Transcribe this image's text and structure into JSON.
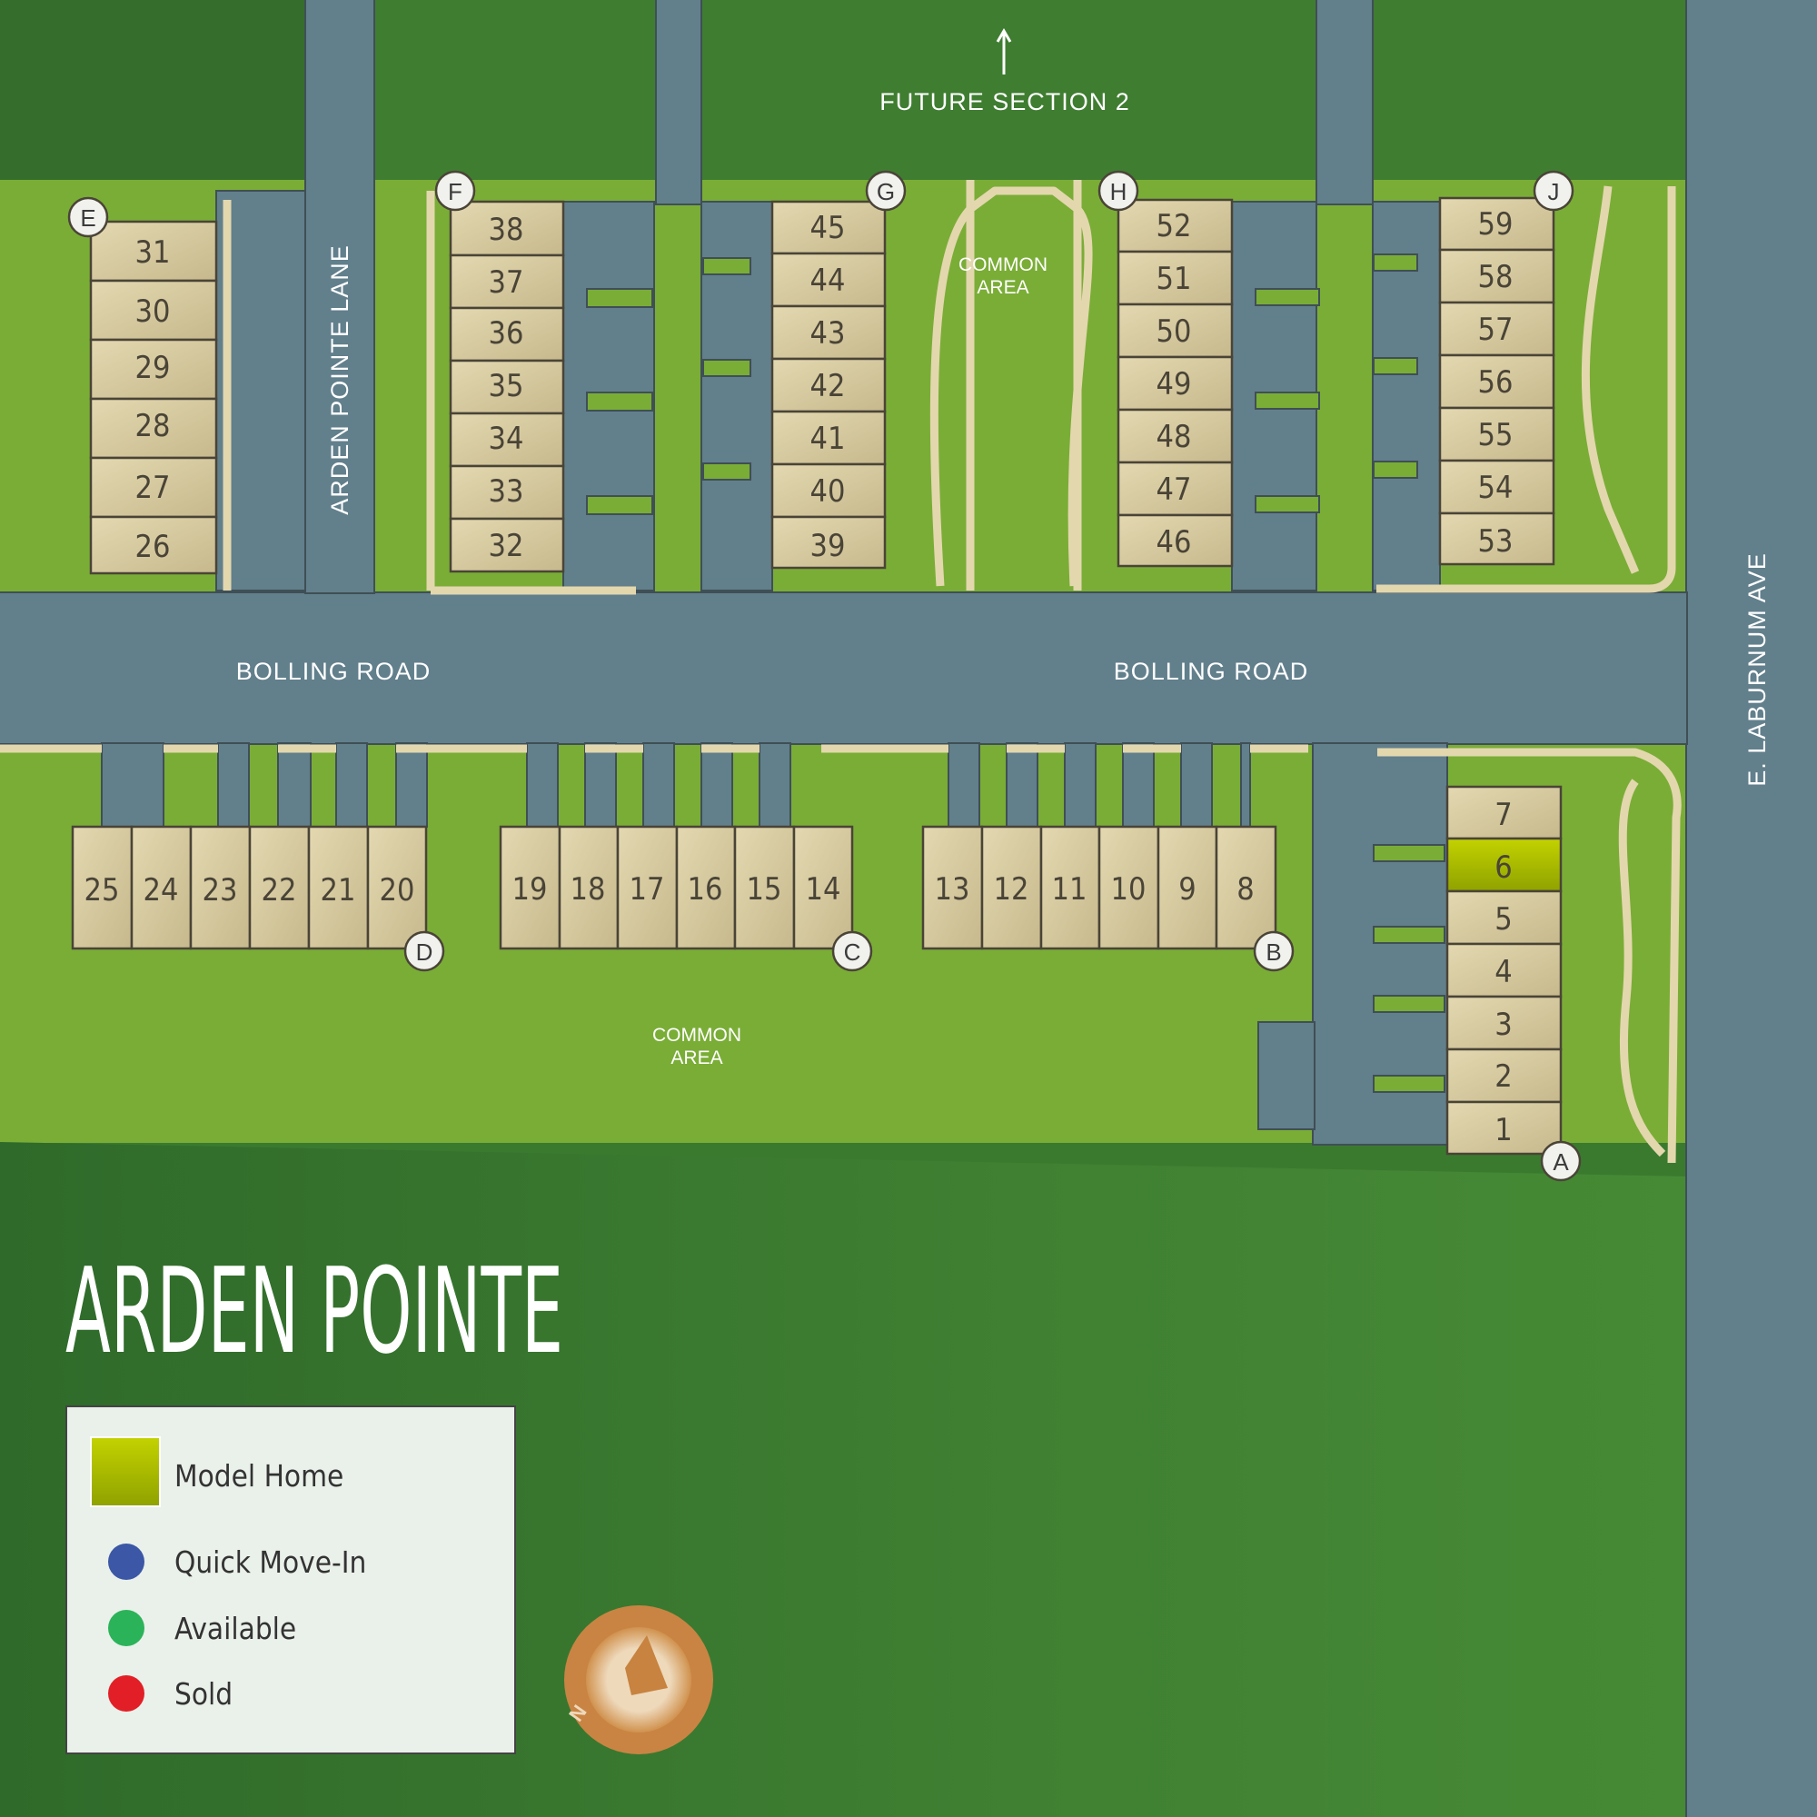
{
  "title": "ARDEN POINTE",
  "roads": {
    "bolling_road_1": "BOLLING ROAD",
    "bolling_road_2": "BOLLING ROAD",
    "arden_pointe_lane": "ARDEN POINTE LANE",
    "laburnum_ave": "E. LABURNUM AVE"
  },
  "areas": {
    "future_section": "FUTURE SECTION 2",
    "common_area_north": [
      "COMMON",
      "AREA"
    ],
    "common_area_south": [
      "COMMON",
      "AREA"
    ]
  },
  "building_markers": [
    "A",
    "B",
    "C",
    "D",
    "E",
    "F",
    "G",
    "H",
    "J"
  ],
  "lots": [
    "1",
    "2",
    "3",
    "4",
    "5",
    "6",
    "7",
    "8",
    "9",
    "10",
    "11",
    "12",
    "13",
    "14",
    "15",
    "16",
    "17",
    "18",
    "19",
    "20",
    "21",
    "22",
    "23",
    "24",
    "25",
    "26",
    "27",
    "28",
    "29",
    "30",
    "31",
    "32",
    "33",
    "34",
    "35",
    "36",
    "37",
    "38",
    "39",
    "40",
    "41",
    "42",
    "43",
    "44",
    "45",
    "46",
    "47",
    "48",
    "49",
    "50",
    "51",
    "52",
    "53",
    "54",
    "55",
    "56",
    "57",
    "58",
    "59"
  ],
  "model_home_lot": "6",
  "legend": [
    {
      "label": "Model Home",
      "symbol": "square",
      "color": "#b3c400"
    },
    {
      "label": "Quick Move-In",
      "symbol": "dot",
      "color": "#3b57a5"
    },
    {
      "label": "Available",
      "symbol": "dot",
      "color": "#2bb35a"
    },
    {
      "label": "Sold",
      "symbol": "dot",
      "color": "#e21f26"
    }
  ],
  "compass": {
    "label": "N"
  },
  "colors": {
    "grass_light": "#7aad36",
    "grass_dark": "#3e7d30",
    "road": "#627f8c",
    "lot_fill": "#d9cca0",
    "sidewalk": "#e3d7ae",
    "model_home": "#b3c400"
  }
}
